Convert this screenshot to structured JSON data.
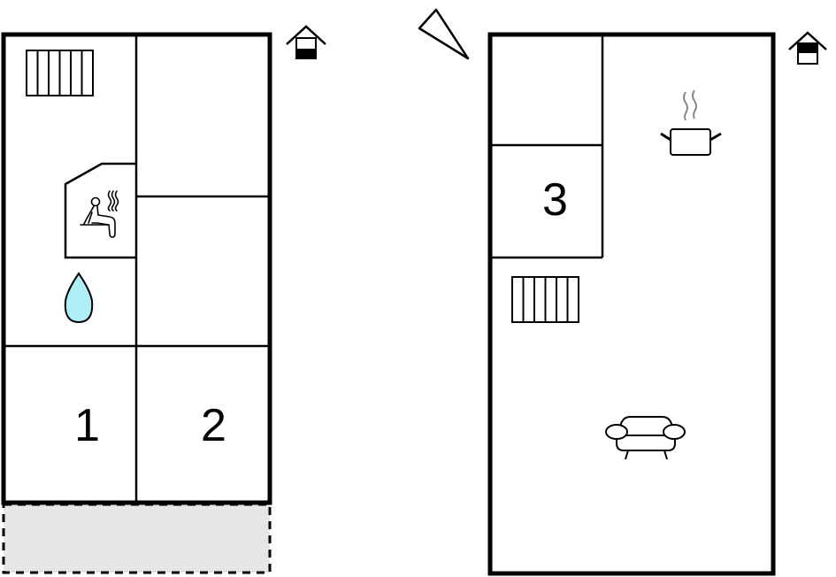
{
  "floor_plans": [
    {
      "name": "left-building",
      "rooms": [
        {
          "label": "1"
        },
        {
          "label": "2"
        }
      ],
      "icons": [
        "radiator-icon",
        "sauna-icon",
        "water-drop-icon",
        "entrance-icon"
      ],
      "terrace": {
        "fill": "#e6e6e6",
        "border": "dashed"
      }
    },
    {
      "name": "right-building",
      "rooms": [
        {
          "label": "3"
        }
      ],
      "icons": [
        "radiator-icon",
        "kitchen-pot-icon",
        "armchair-icon",
        "entrance-icon"
      ]
    }
  ],
  "compass": {
    "icon": "north-arrow-icon"
  },
  "colors": {
    "wall": "#000000",
    "water_drop": "#aeeef7",
    "terrace": "#e6e6e6",
    "steam": "#888888"
  }
}
